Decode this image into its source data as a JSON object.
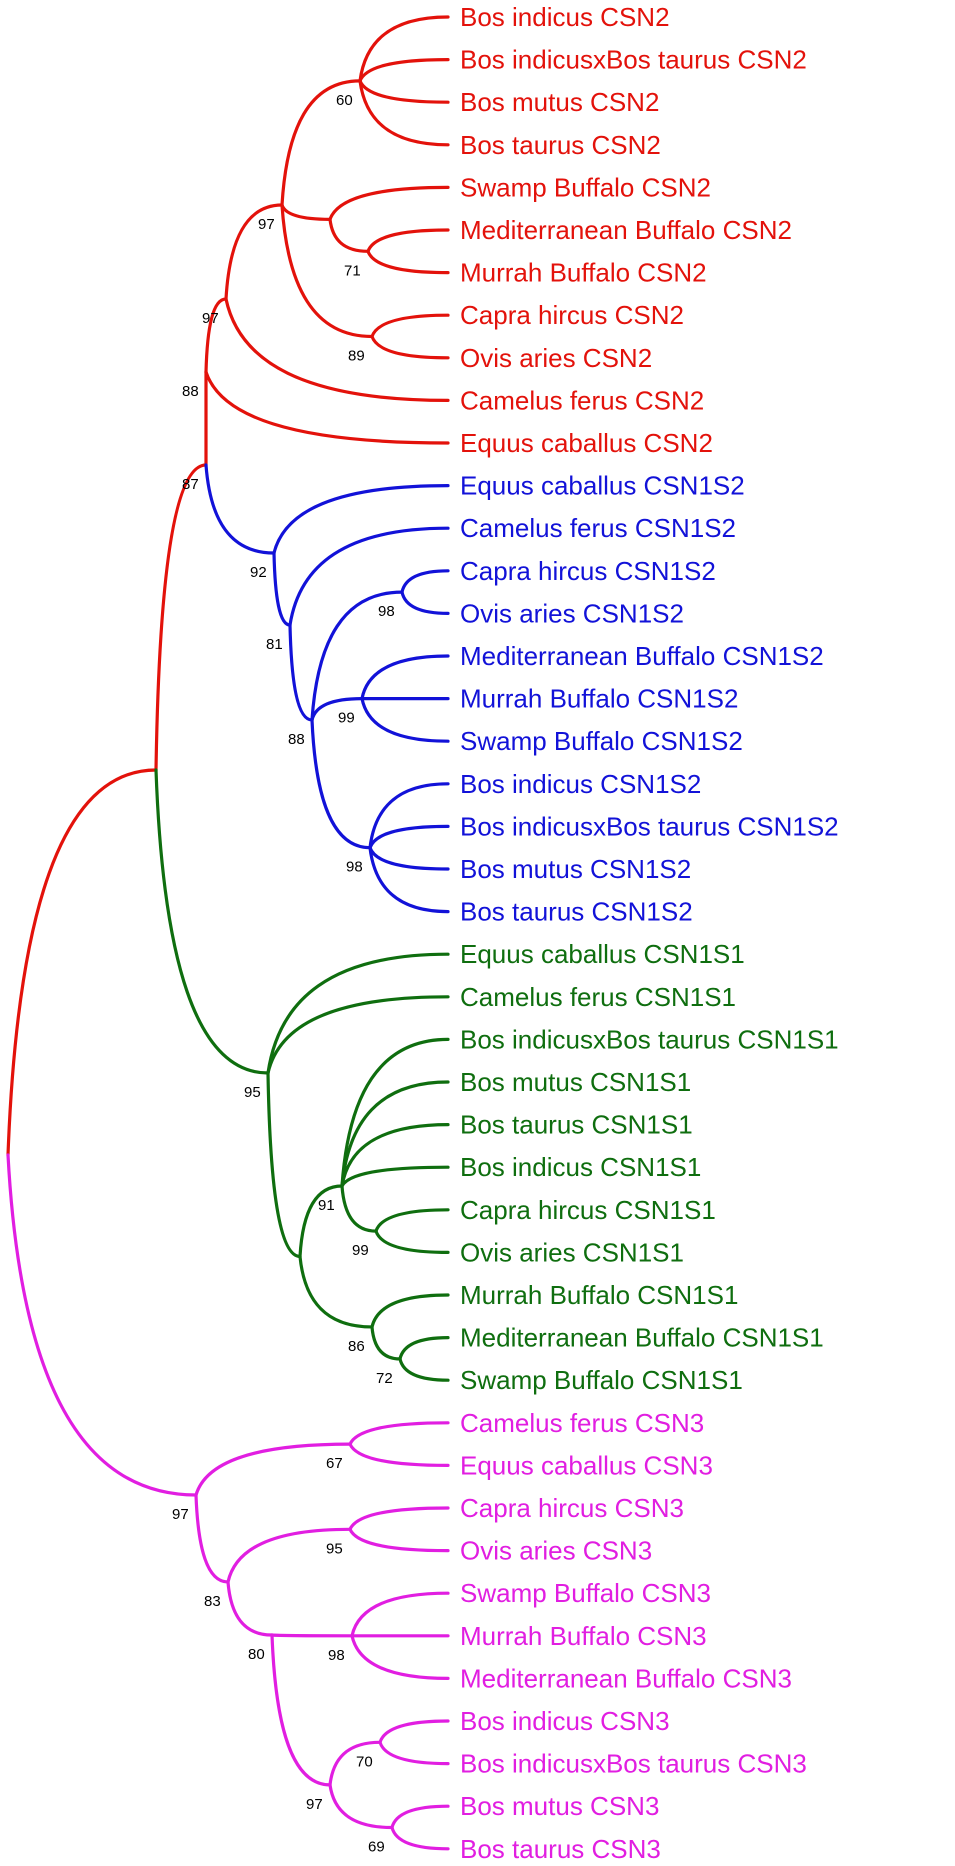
{
  "colors": {
    "csn2": "#e3120b",
    "csn1s2": "#1212d8",
    "csn1s1": "#0f6e0f",
    "csn3": "#e11ee1"
  },
  "tree": {
    "clades": [
      {
        "group": "csn2",
        "leaves": [
          "Bos indicus CSN2",
          "Bos indicusxBos taurus CSN2",
          "Bos mutus CSN2",
          "Bos taurus CSN2",
          "Swamp Buffalo CSN2",
          "Mediterranean Buffalo CSN2",
          "Murrah Buffalo CSN2",
          "Capra hircus CSN2",
          "Ovis aries CSN2",
          "Camelus ferus CSN2",
          "Equus caballus CSN2"
        ]
      },
      {
        "group": "csn1s2",
        "leaves": [
          "Equus caballus CSN1S2",
          "Camelus ferus CSN1S2",
          "Capra hircus CSN1S2",
          "Ovis aries CSN1S2",
          "Mediterranean Buffalo CSN1S2",
          "Murrah Buffalo CSN1S2",
          "Swamp Buffalo CSN1S2",
          "Bos indicus CSN1S2",
          "Bos indicusxBos taurus CSN1S2",
          "Bos mutus CSN1S2",
          "Bos taurus CSN1S2"
        ]
      },
      {
        "group": "csn1s1",
        "leaves": [
          "Equus caballus CSN1S1",
          "Camelus ferus CSN1S1",
          "Bos indicusxBos taurus CSN1S1",
          "Bos mutus CSN1S1",
          "Bos taurus CSN1S1",
          "Bos indicus CSN1S1",
          "Capra hircus CSN1S1",
          "Ovis aries CSN1S1",
          "Murrah Buffalo CSN1S1",
          "Mediterranean Buffalo CSN1S1",
          "Swamp Buffalo CSN1S1"
        ]
      },
      {
        "group": "csn3",
        "leaves": [
          "Camelus ferus CSN3",
          "Equus caballus CSN3",
          "Capra hircus CSN3",
          "Ovis aries CSN3",
          "Swamp Buffalo CSN3",
          "Murrah Buffalo CSN3",
          "Mediterranean Buffalo CSN3",
          "Bos indicus CSN3",
          "Bos indicusxBos taurus CSN3",
          "Bos mutus CSN3",
          "Bos taurus CSN3"
        ]
      }
    ],
    "bootstrap": {
      "csn2_bos": "60",
      "csn2_bovid": "97",
      "csn2_buffalo": "71",
      "csn2_caprine": "89",
      "csn2_ruminant": "88",
      "csn2_camel": "97",
      "csn2_root": "87",
      "csn1s2_root": "92",
      "csn1s2_ruminant": "81",
      "csn1s2_caprine": "98",
      "csn1s2_bovid": "88",
      "csn1s2_buffalo": "99",
      "csn1s2_bos": "98",
      "csn1s1_root": "95",
      "csn1s1_ruminant": "91",
      "csn1s1_caprine": "99",
      "csn1s1_buffalo": "86",
      "csn1s1_buffalo_inner": "72",
      "csn3_nonbovid": "97",
      "csn3_camel": "67",
      "csn3_caprine": "95",
      "csn3_bovine": "83",
      "csn3_buffalo": "98",
      "csn3_bos": "80",
      "csn3_bos_inner": "70",
      "csn3_bos_outer": "97",
      "csn3_bos_pair": "69"
    }
  }
}
